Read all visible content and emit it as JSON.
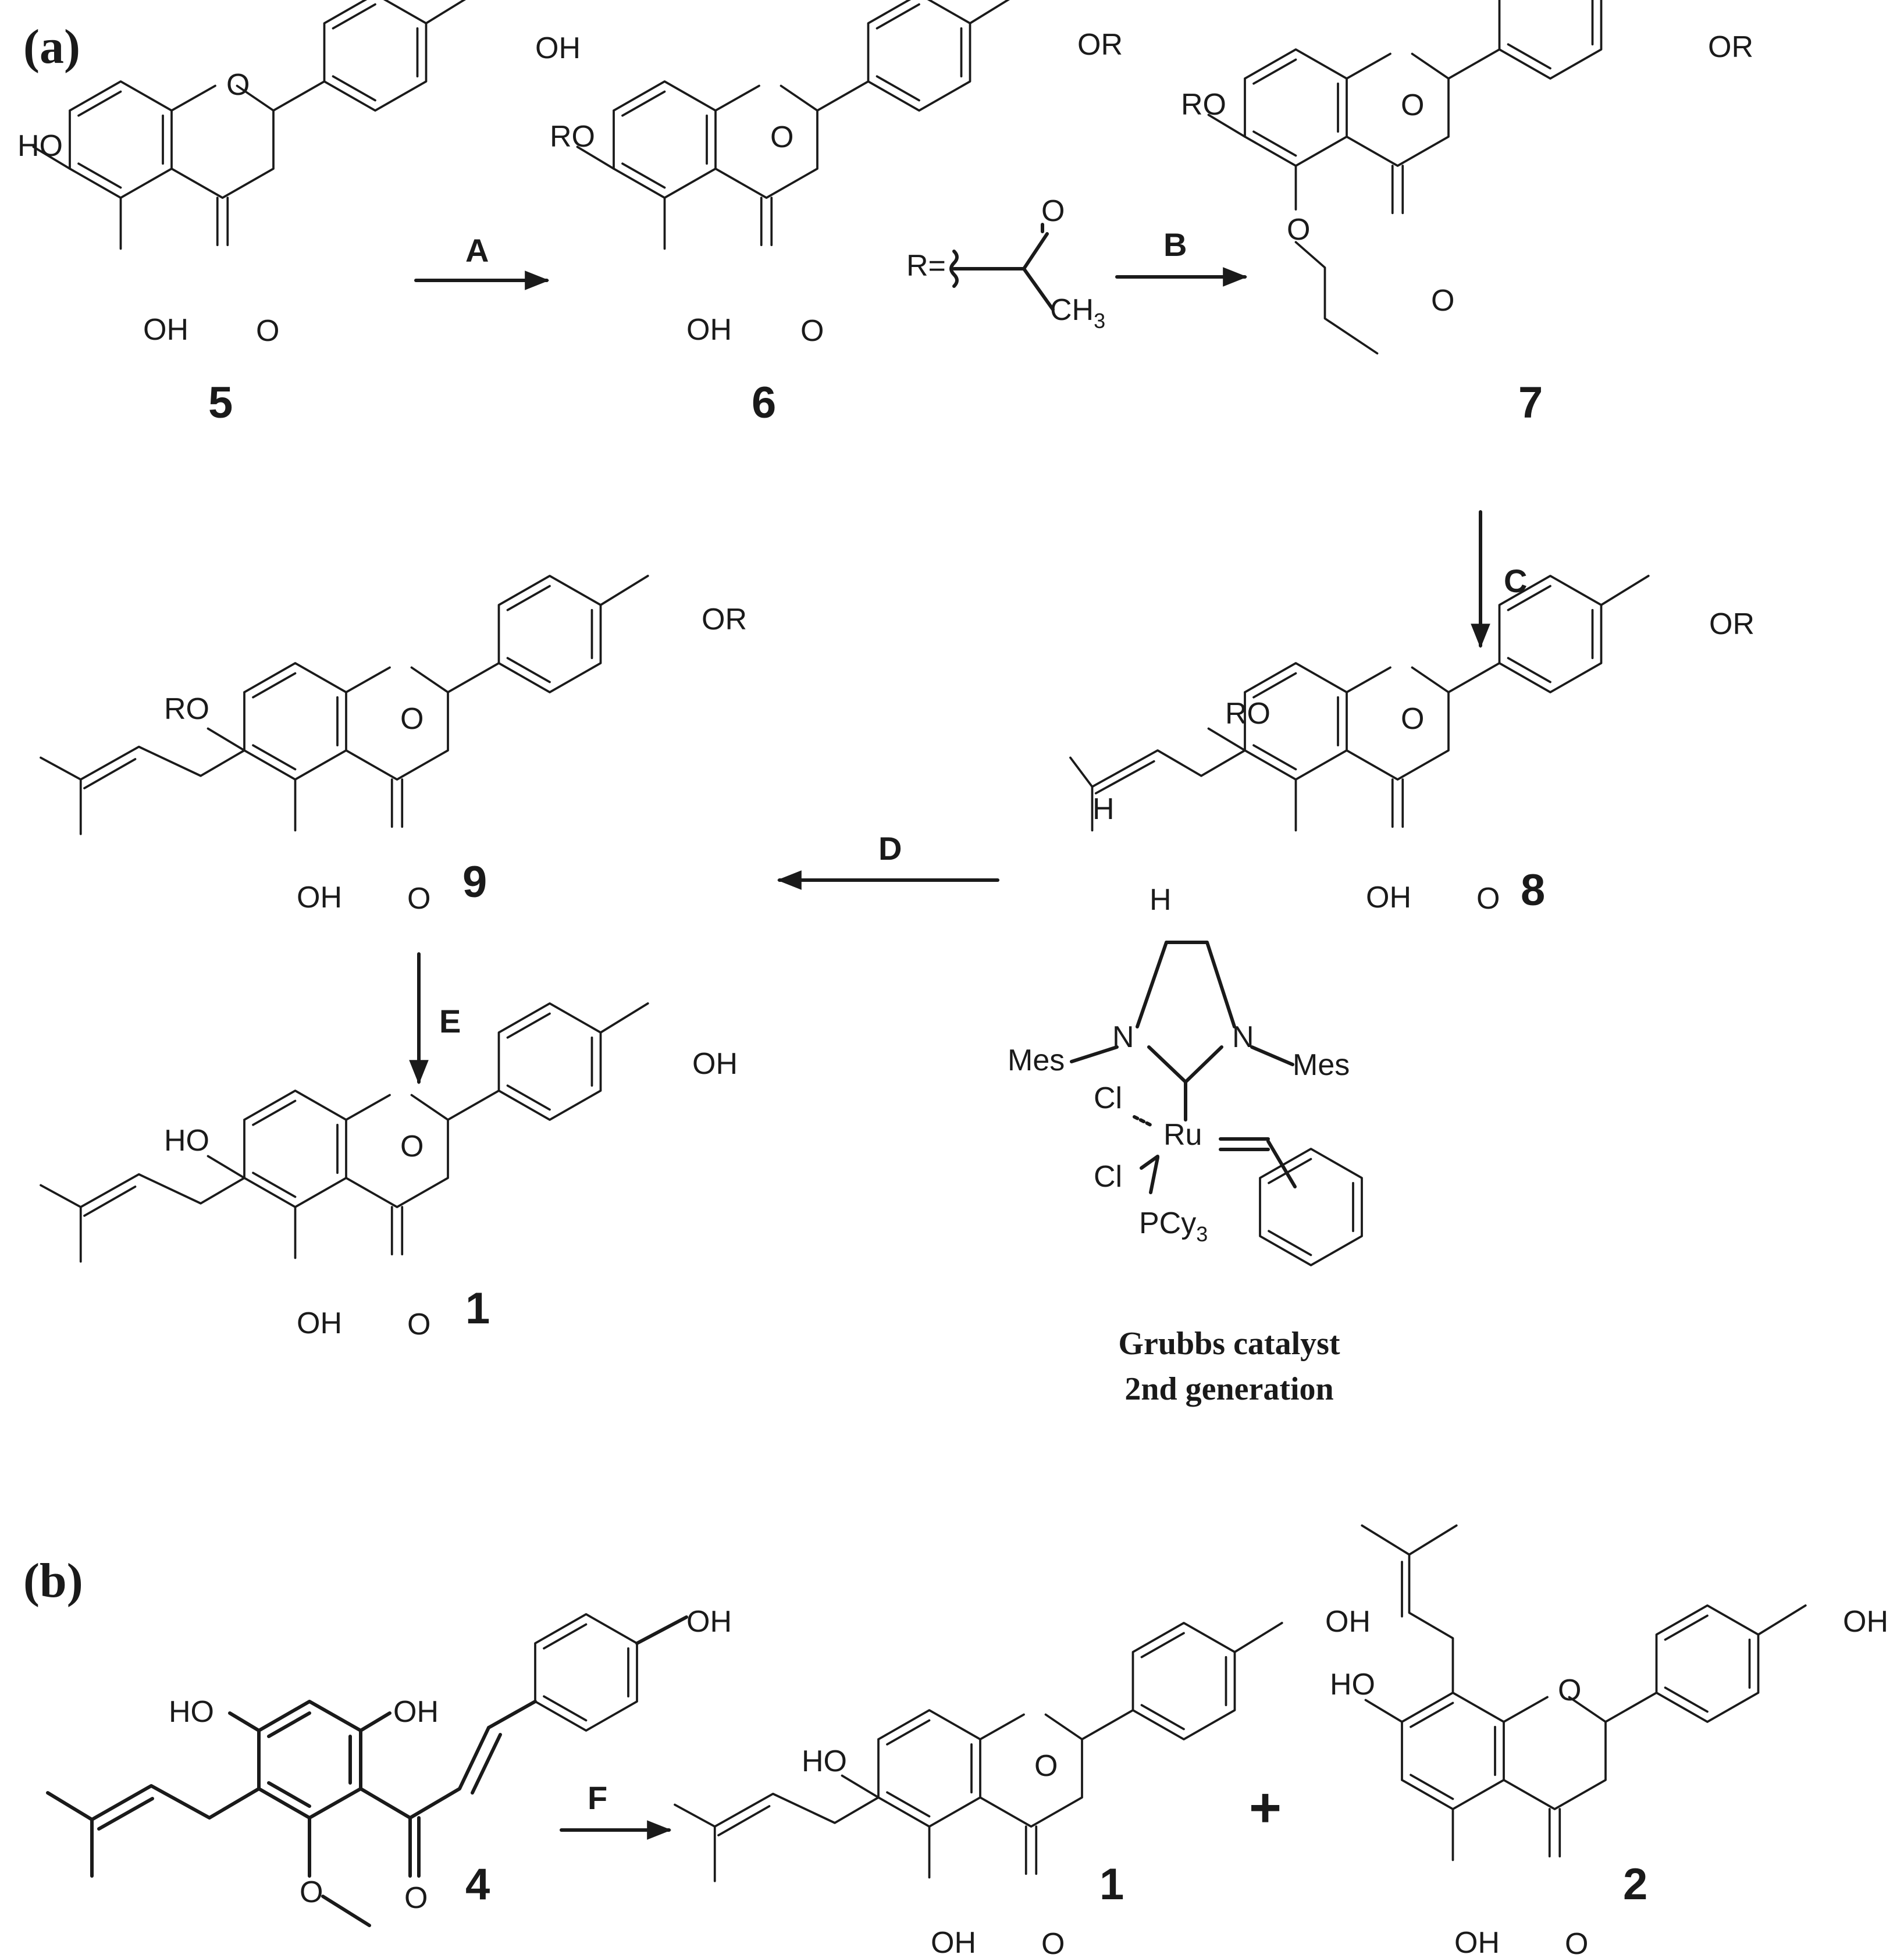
{
  "panels": {
    "a": "(a)",
    "b": "(b)"
  },
  "compounds": {
    "c5": {
      "number": "5",
      "sub_7": "HO",
      "sub_5": "OH",
      "sub_4p": "OH",
      "carbonyl": "O",
      "ring_o": "O"
    },
    "c6": {
      "number": "6",
      "sub_7": "RO",
      "sub_5": "OH",
      "sub_4p": "OR",
      "carbonyl": "O",
      "ring_o": "O"
    },
    "c7": {
      "number": "7",
      "sub_7": "RO",
      "sub_4p": "OR",
      "carbonyl": "O",
      "ring_o": "O",
      "ether_o": "O"
    },
    "c8": {
      "number": "8",
      "sub_7": "RO",
      "sub_5": "OH",
      "sub_4p": "OR",
      "carbonyl": "O",
      "ring_o": "O",
      "h_top": "H",
      "h_bottom": "H"
    },
    "c9": {
      "number": "9",
      "sub_7": "RO",
      "sub_5": "OH",
      "sub_4p": "OR",
      "carbonyl": "O",
      "ring_o": "O"
    },
    "c1a": {
      "number": "1",
      "sub_7": "HO",
      "sub_5": "OH",
      "sub_4p": "OH",
      "carbonyl": "O",
      "ring_o": "O"
    },
    "c4": {
      "number": "4",
      "sub_ho": "HO",
      "sub_oh": "OH",
      "sub_4p": "OH",
      "carbonyl": "O",
      "methoxy_o": "O"
    },
    "c1b": {
      "number": "1",
      "sub_7": "HO",
      "sub_5": "OH",
      "sub_4p": "OH",
      "carbonyl": "O",
      "ring_o": "O"
    },
    "c2": {
      "number": "2",
      "sub_7": "HO",
      "sub_5": "OH",
      "sub_4p": "OH",
      "carbonyl": "O",
      "ring_o": "O"
    }
  },
  "r_group": {
    "label": "R=",
    "carbonyl": "O",
    "methyl": "CH",
    "methyl_sub": "3"
  },
  "steps": {
    "A": "A",
    "B": "B",
    "C": "C",
    "D": "D",
    "E": "E",
    "F": "F"
  },
  "catalyst": {
    "n_left": "N",
    "n_right": "N",
    "mes_left": "Mes",
    "mes_right": "Mes",
    "cl_top": "Cl",
    "cl_bottom": "Cl",
    "metal": "Ru",
    "phosphine": "PCy",
    "phosphine_sub": "3",
    "name_line1": "Grubbs catalyst",
    "name_line2": "2nd generation"
  },
  "plus": "+"
}
